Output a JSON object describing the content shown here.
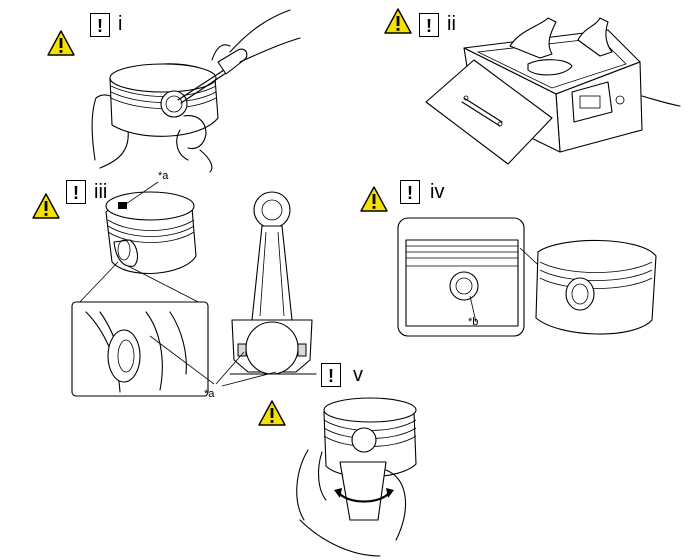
{
  "caution_color": "#f5e100",
  "steps": [
    {
      "id": "i",
      "mark": "!",
      "label": "i",
      "icon": "caution-triangle-icon"
    },
    {
      "id": "ii",
      "mark": "!",
      "label": "ii",
      "icon": "caution-triangle-icon"
    },
    {
      "id": "iii",
      "mark": "!",
      "label": "iii",
      "icon": "caution-triangle-icon"
    },
    {
      "id": "iv",
      "mark": "!",
      "label": "iv",
      "icon": "caution-triangle-icon"
    },
    {
      "id": "v",
      "mark": "!",
      "label": "v",
      "icon": "caution-triangle-icon"
    }
  ],
  "callouts": {
    "a_top": "*a",
    "a_bottom": "*a",
    "b": "*b"
  }
}
